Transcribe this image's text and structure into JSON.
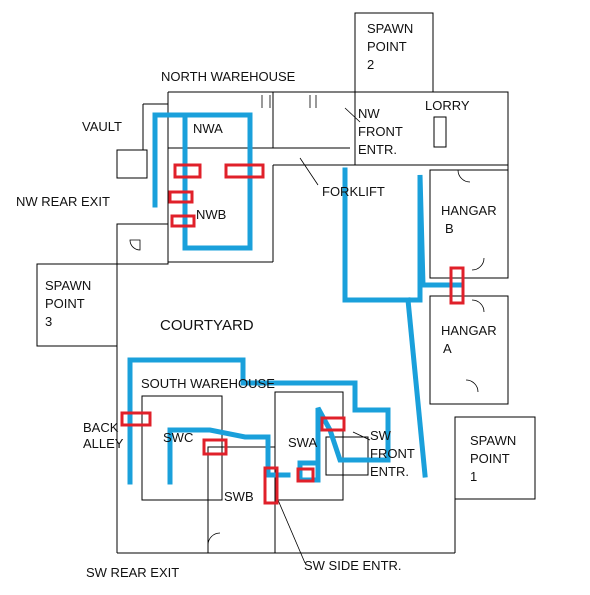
{
  "labels": {
    "north_warehouse": "NORTH WAREHOUSE",
    "spawn2_a": "SPAWN",
    "spawn2_b": "POINT",
    "spawn2_c": "2",
    "vault": "VAULT",
    "nwa": "NWA",
    "nwb": "NWB",
    "nw_front_a": "NW",
    "nw_front_b": "FRONT",
    "nw_front_c": "ENTR.",
    "lorry": "LORRY",
    "forklift": "FORKLIFT",
    "nw_rear_exit": "NW REAR EXIT",
    "hangar_b_a": "HANGAR",
    "hangar_b_b": "B",
    "spawn3_a": "SPAWN",
    "spawn3_b": "POINT",
    "spawn3_c": "3",
    "courtyard": "COURTYARD",
    "hangar_a_a": "HANGAR",
    "hangar_a_b": "A",
    "south_warehouse": "SOUTH WAREHOUSE",
    "back_alley_a": "BACK",
    "back_alley_b": "ALLEY",
    "swc": "SWC",
    "swa": "SWA",
    "sw_front_a": "SW",
    "sw_front_b": "FRONT",
    "sw_front_c": "ENTR.",
    "spawn1_a": "SPAWN",
    "spawn1_b": "POINT",
    "spawn1_c": "1",
    "swb": "SWB",
    "sw_rear_exit": "SW REAR EXIT",
    "sw_side_entr": "SW SIDE ENTR."
  },
  "colors": {
    "route": "#1aa0db",
    "marker": "#e0202a",
    "wall": "#000000"
  }
}
